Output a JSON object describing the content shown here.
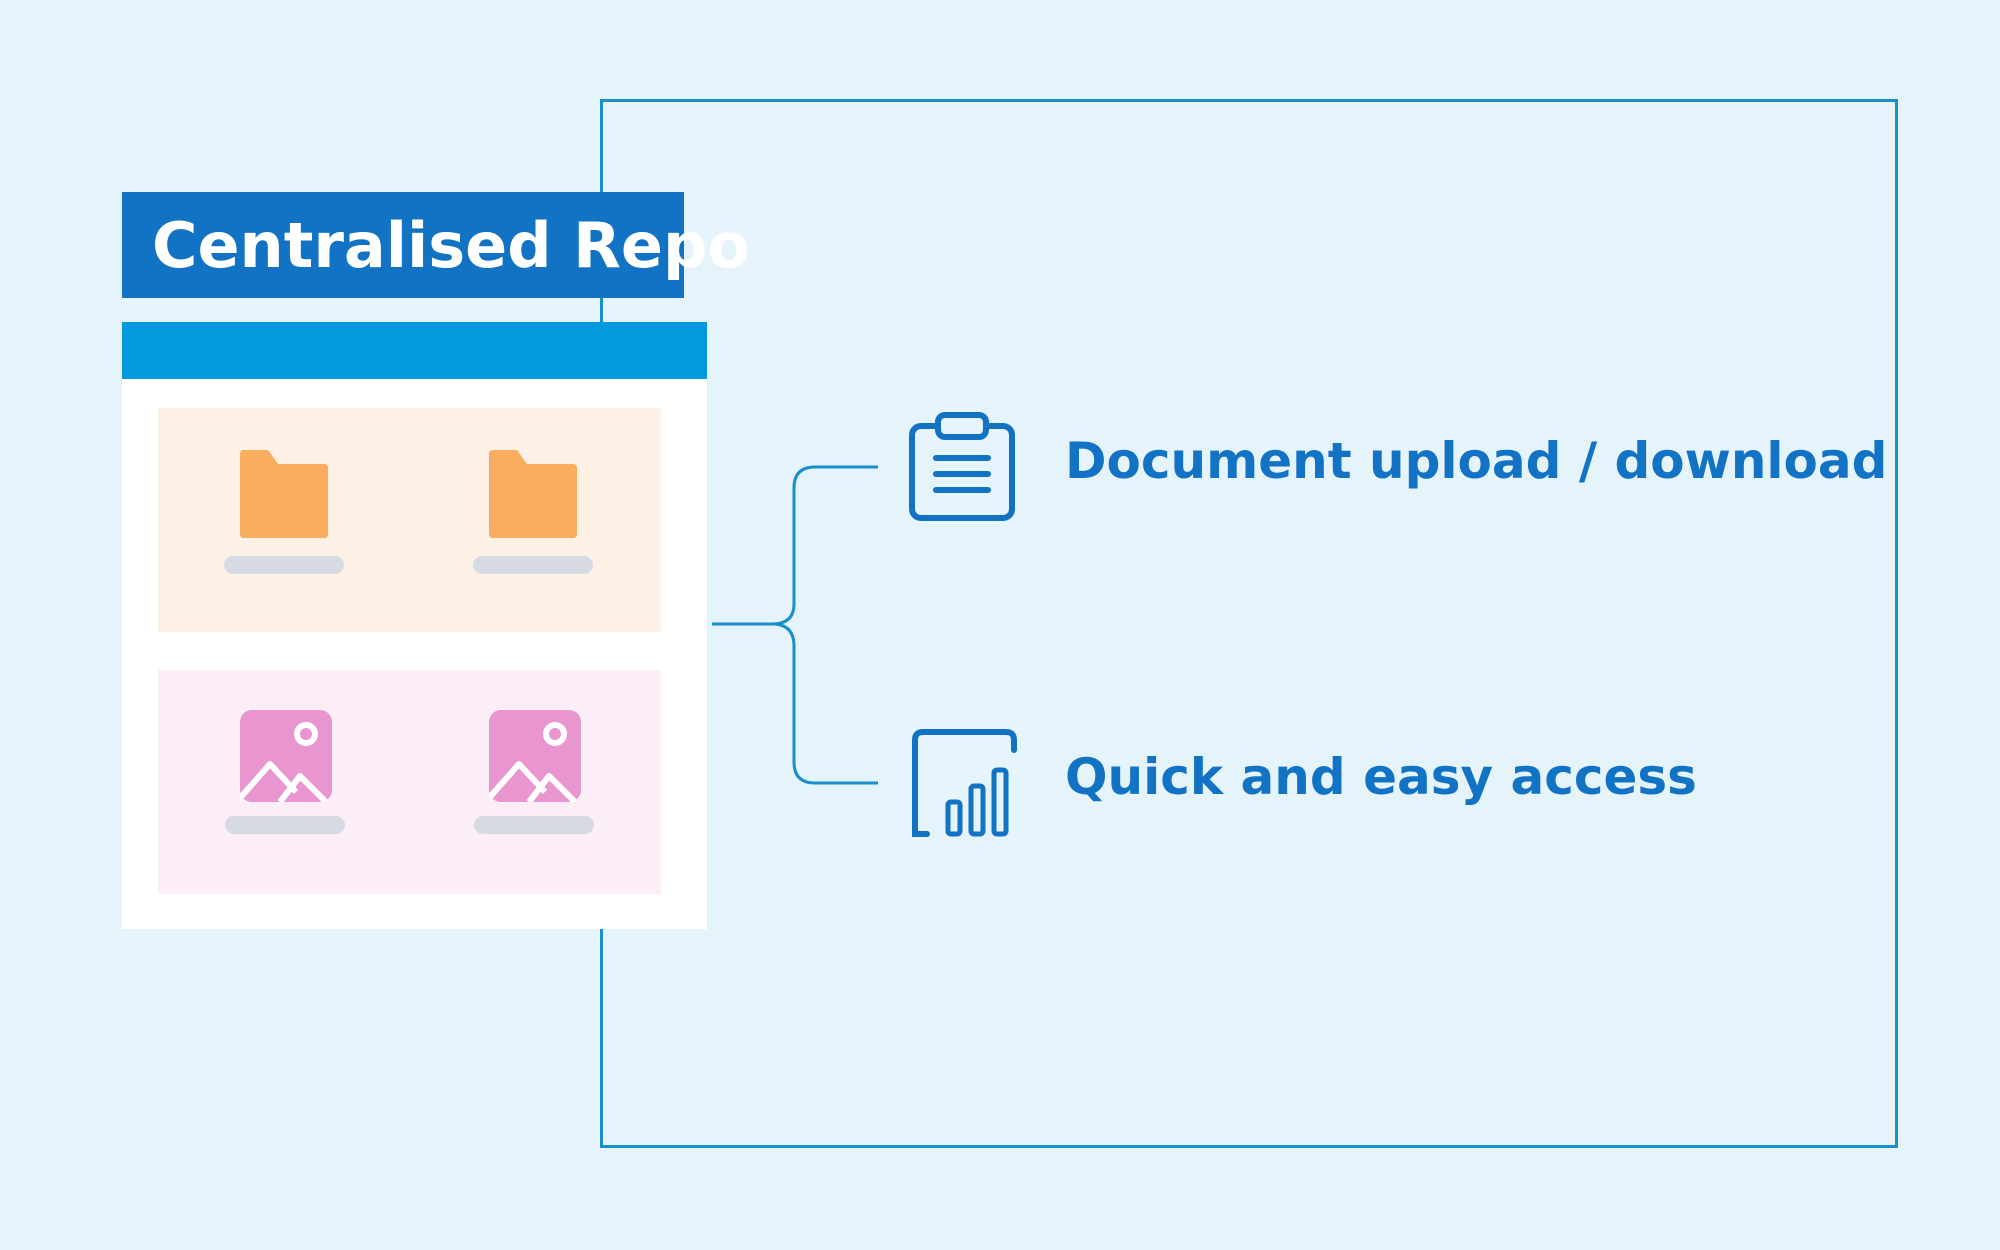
{
  "title": "Centralised Repo",
  "repository": {
    "folders_panel": {
      "items": [
        {
          "icon": "folder-icon"
        },
        {
          "icon": "folder-icon"
        }
      ]
    },
    "images_panel": {
      "items": [
        {
          "icon": "image-icon"
        },
        {
          "icon": "image-icon"
        }
      ]
    }
  },
  "features": [
    {
      "label": "Document upload / download",
      "icon": "clipboard-icon"
    },
    {
      "label": "Quick and easy access",
      "icon": "bar-chart-icon"
    }
  ],
  "colors": {
    "background": "#e5f3fb",
    "frame_border": "#1a8fcb",
    "title_bg": "#1272c4",
    "window_bar": "#0399de",
    "folder": "#f8ad5f",
    "folder_panel": "#fdf1e5",
    "image": "#e995d0",
    "image_panel": "#fbeef7",
    "accent_text": "#1272c4",
    "placeholder_label": "#d6dbe3"
  }
}
